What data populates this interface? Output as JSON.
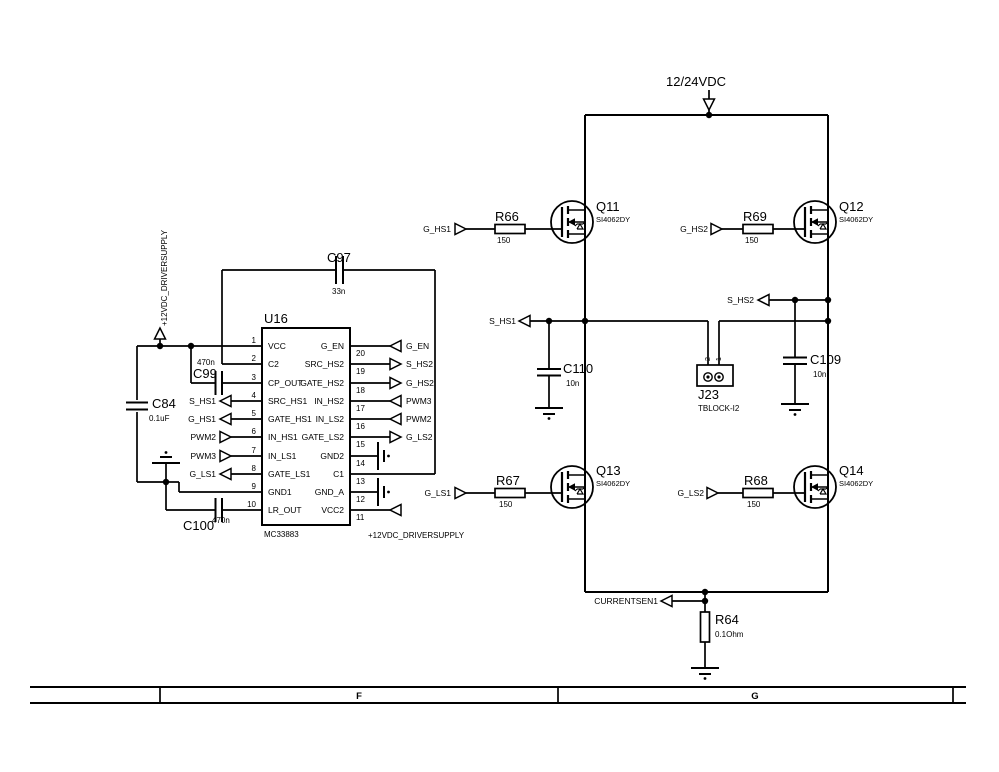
{
  "power": {
    "bus_label": "12/24VDC",
    "driver_supply_left": "+12VDC_DRIVERSUPPLY",
    "driver_supply_right": "+12VDC_DRIVERSUPPLY"
  },
  "ic": {
    "ref": "U16",
    "part": "MC33883",
    "left_pins": [
      {
        "num": "1",
        "name": "VCC"
      },
      {
        "num": "2",
        "name": "C2"
      },
      {
        "num": "3",
        "name": "CP_OUT"
      },
      {
        "num": "4",
        "name": "SRC_HS1"
      },
      {
        "num": "5",
        "name": "GATE_HS1"
      },
      {
        "num": "6",
        "name": "IN_HS1"
      },
      {
        "num": "7",
        "name": "IN_LS1"
      },
      {
        "num": "8",
        "name": "GATE_LS1"
      },
      {
        "num": "9",
        "name": "GND1"
      },
      {
        "num": "10",
        "name": "LR_OUT"
      }
    ],
    "right_pins": [
      {
        "num": "20",
        "name": "G_EN"
      },
      {
        "num": "19",
        "name": "SRC_HS2"
      },
      {
        "num": "18",
        "name": "GATE_HS2"
      },
      {
        "num": "17",
        "name": "IN_HS2"
      },
      {
        "num": "16",
        "name": "IN_LS2"
      },
      {
        "num": "15",
        "name": "GATE_LS2"
      },
      {
        "num": "14",
        "name": "GND2"
      },
      {
        "num": "13",
        "name": "C1"
      },
      {
        "num": "12",
        "name": "GND_A"
      },
      {
        "num": "11",
        "name": "VCC2"
      }
    ],
    "left_net_labels": [
      "S_HS1",
      "G_HS1",
      "PWM2",
      "PWM3",
      "G_LS1"
    ],
    "right_net_labels": [
      "G_EN",
      "S_HS2",
      "G_HS2",
      "PWM3",
      "PWM2",
      "G_LS2"
    ]
  },
  "capacitors": [
    {
      "ref": "C97",
      "value": "33n"
    },
    {
      "ref": "C99",
      "value": "470n"
    },
    {
      "ref": "C84",
      "value": "0.1uF"
    },
    {
      "ref": "C100",
      "value": "470n"
    },
    {
      "ref": "C110",
      "value": "10n"
    },
    {
      "ref": "C109",
      "value": "10n"
    }
  ],
  "resistors": [
    {
      "ref": "R66",
      "value": "150"
    },
    {
      "ref": "R69",
      "value": "150"
    },
    {
      "ref": "R67",
      "value": "150"
    },
    {
      "ref": "R68",
      "value": "150"
    },
    {
      "ref": "R64",
      "value": "0.1Ohm"
    }
  ],
  "mosfets": [
    {
      "ref": "Q11",
      "part": "SI4062DY"
    },
    {
      "ref": "Q12",
      "part": "SI4062DY"
    },
    {
      "ref": "Q13",
      "part": "SI4062DY"
    },
    {
      "ref": "Q14",
      "part": "SI4062DY"
    }
  ],
  "connector": {
    "ref": "J23",
    "part": "TBLOCK-I2",
    "pin_numbers": [
      "2",
      "1"
    ]
  },
  "nets": {
    "g_hs1": "G_HS1",
    "g_hs2": "G_HS2",
    "g_ls1": "G_LS1",
    "g_ls2": "G_LS2",
    "s_hs1": "S_HS1",
    "s_hs2": "S_HS2",
    "currentsen1": "CURRENTSEN1"
  },
  "border": {
    "cells": [
      "F",
      "G"
    ]
  }
}
